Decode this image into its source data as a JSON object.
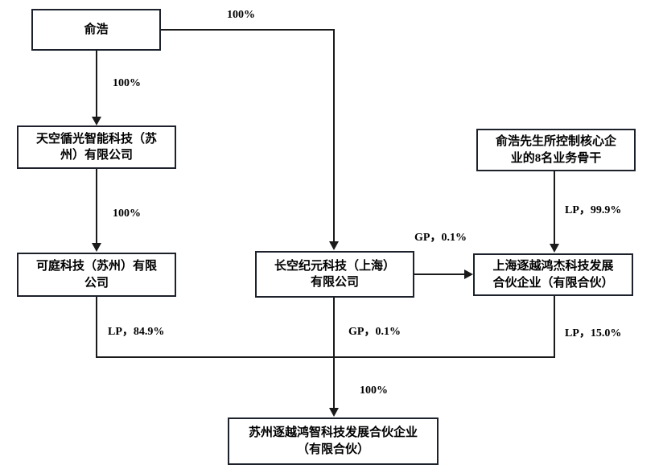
{
  "diagram": {
    "title": "equity-ownership-structure",
    "colors": {
      "background": "#ffffff",
      "line": "#1a1a1a",
      "box_border": "#1c212b",
      "text": "#000000"
    },
    "nodes": {
      "yuhao": {
        "label": "俞浩",
        "lines": [
          "俞浩"
        ]
      },
      "tiankong": {
        "label": "天空循光智能科技（苏州）有限公司",
        "lines": [
          "天空循光智能科技（苏",
          "州）有限公司"
        ]
      },
      "keting": {
        "label": "可庭科技（苏州）有限公司",
        "lines": [
          "可庭科技（苏州）有限",
          "公司"
        ]
      },
      "changkong": {
        "label": "长空纪元科技（上海）有限公司",
        "lines": [
          "长空纪元科技（上海）",
          "有限公司"
        ]
      },
      "staff": {
        "label": "俞浩先生所控制核心企业的8名业务骨干",
        "lines": [
          "俞浩先生所控制核心企",
          "业的8名业务骨干"
        ]
      },
      "shanghai": {
        "label": "上海逐越鸿杰科技发展合伙企业（有限合伙）",
        "lines": [
          "上海逐越鸿杰科技发展",
          "合伙企业（有限合伙）"
        ]
      },
      "suzhou": {
        "label": "苏州逐越鸿智科技发展合伙企业（有限合伙）",
        "lines": [
          "苏州逐越鸿智科技发展合伙企业",
          "（有限合伙）"
        ]
      }
    },
    "edges": {
      "yuhao_to_tiankong": "100%",
      "yuhao_to_changkong": "100%",
      "tiankong_to_keting": "100%",
      "staff_to_shanghai": "LP，99.9%",
      "changkong_to_shanghai": "GP，0.1%",
      "keting_to_suzhou": "LP，84.9%",
      "changkong_to_suzhou": "GP，0.1%",
      "shanghai_to_suzhou": "LP，15.0%",
      "joint_to_suzhou": "100%"
    }
  }
}
